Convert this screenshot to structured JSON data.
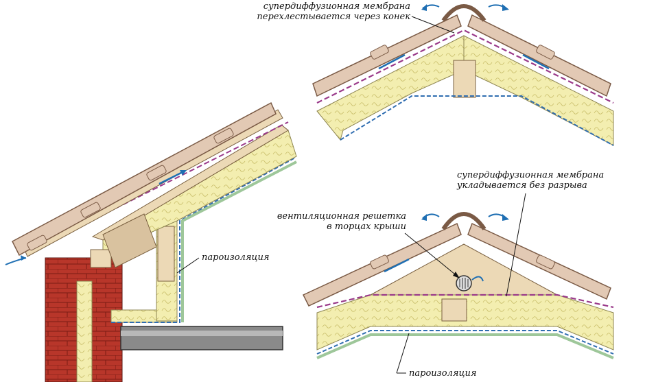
{
  "labels": {
    "top_membrane_line1": "супердиффузионная мембрана",
    "top_membrane_line2": "перехлестывается через конек",
    "bottom_membrane_line1": "супердиффузионная мембрана",
    "bottom_membrane_line2": "укладывается без разрыва",
    "vent_grille_line1": "вентиляционная решетка",
    "vent_grille_line2": "в торцах крыши",
    "vapor_barrier_left": "пароизоляция",
    "vapor_barrier_bottom": "пароизоляция"
  },
  "colors": {
    "tile": "#e2c9b4",
    "tile_edge": "#7a5a45",
    "insulation": "#f3eeb0",
    "insulation_edge": "#8c8450",
    "wood": "#ecd9b6",
    "membrane": "#9a3a8a",
    "vapor": "#2f6db0",
    "brick": "#b8362a",
    "ceiling": "#c7dfc0",
    "pipe": "#8a8a8a",
    "airflow": "#1f6fb3"
  },
  "icons": [
    "airflow-arrow-icon",
    "vent-grille-icon"
  ]
}
